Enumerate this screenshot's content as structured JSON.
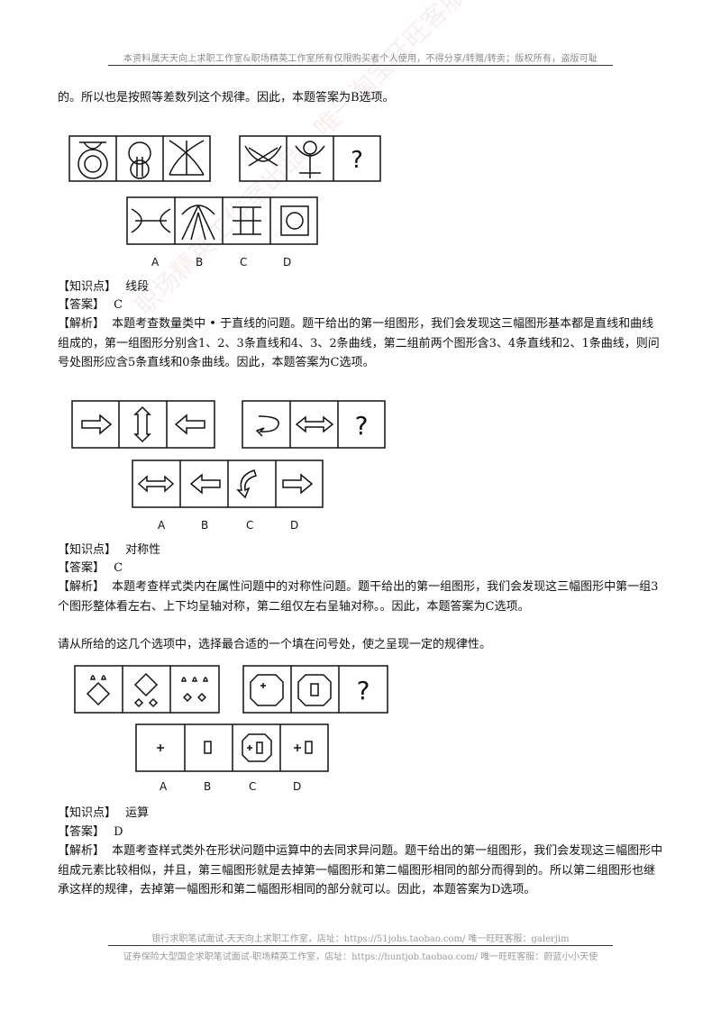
{
  "header": {
    "notice": "本资料属天天向上求职工作室&职场精英工作室所有仅限购买者个人使用，不得分享/转赠/转卖；版权所有，盗版可耻"
  },
  "intro_line": "的。所以也是按照等差数列这个规律。因此，本题答案为B选项。",
  "watermark": "职场精英工作室出品，唯一淘宝旺旺客服：蔚蓝小小天使",
  "options": [
    "A",
    "B",
    "C",
    "D"
  ],
  "questions": [
    {
      "knowledge_label": "【知识点】",
      "knowledge": "线段",
      "answer_label": "【答案】",
      "answer": "C",
      "analysis_label": "【解析】",
      "analysis": "本题考查数量类中 • 于直线的问题。题干给出的第一组图形，我们会发现这三幅图形基本都是直线和曲线组成的，第一组图形分别含1、2、3条直线和4、3、2条曲线，第二组前两个图形含3、4条直线和2、1条曲线，则问号处图形应含5条直线和0条曲线。因此，本题答案为C选项。"
    },
    {
      "knowledge_label": "【知识点】",
      "knowledge": "对称性",
      "answer_label": "【答案】",
      "answer": "C",
      "analysis_label": "【解析】",
      "analysis": "本题考查样式类内在属性问题中的对称性问题。题干给出的第一组图形，我们会发现这三幅图形中第一组3个图形整体看左右、上下均呈轴对称，第二组仅左右呈轴对称。。因此，本题答案为C选项。"
    },
    {
      "prompt": "请从所给的这几个选项中，选择最合适的一个填在问号处，使之呈现一定的规律性。",
      "knowledge_label": "【知识点】",
      "knowledge": "运算",
      "answer_label": "【答案】",
      "answer": "D",
      "analysis_label": "【解析】",
      "analysis": "本题考查样式类外在形状问题中运算中的去同求异问题。题干给出的第一组图形，我们会发现这三幅图形中组成元素比较相似，并且，第三幅图形就是去掉第一幅图形和第二幅图形相同的部分而得到的。所以第二组图形也继承这样的规律，去掉第一幅图形和第二幅图形相同的部分就可以。因此，本题答案为D选项。"
    }
  ],
  "question_mark": "?",
  "footer": {
    "line1": "银行求职笔试面试-天天向上求职工作室，店址：https://51jobs.taobao.com/ 唯一旺旺客服：galerjim",
    "line2": "证券保险大型国企求职笔试面试-职场精英工作室，店址：https://huntjob.taobao.com/ 唯一旺旺客服：蔚蓝小小天使"
  }
}
